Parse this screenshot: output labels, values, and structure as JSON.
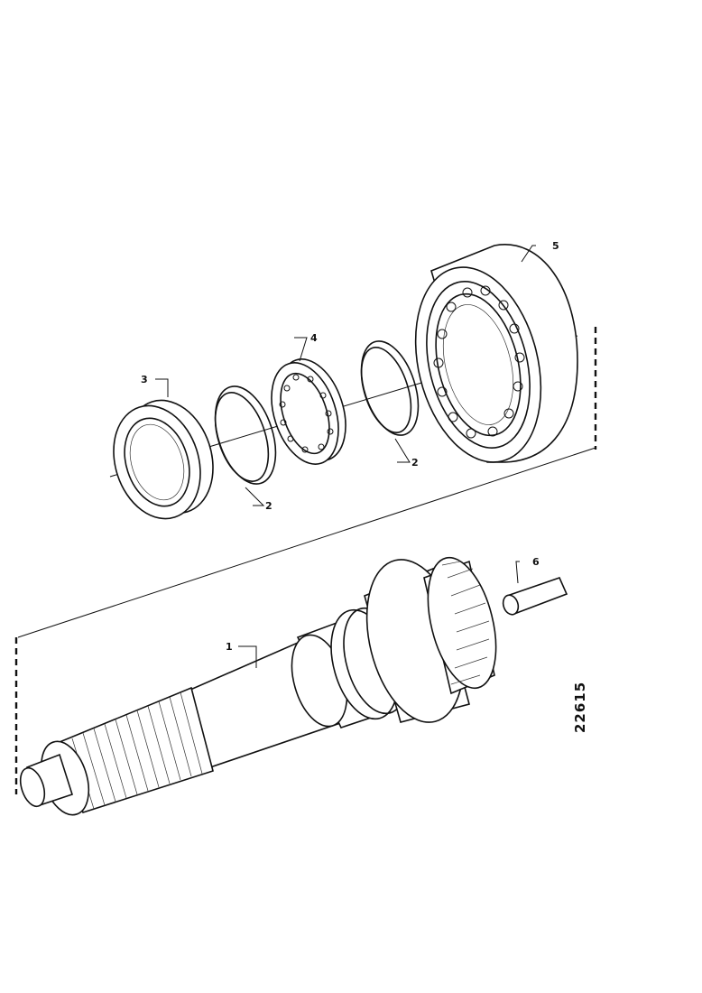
{
  "diagram": {
    "reference_number": "22615",
    "callouts": [
      {
        "id": "part-1",
        "label": "1"
      },
      {
        "id": "part-2a",
        "label": "2"
      },
      {
        "id": "part-2b",
        "label": "2"
      },
      {
        "id": "part-3",
        "label": "3"
      },
      {
        "id": "part-4",
        "label": "4"
      },
      {
        "id": "part-5",
        "label": "5"
      },
      {
        "id": "part-6",
        "label": "6"
      }
    ]
  }
}
